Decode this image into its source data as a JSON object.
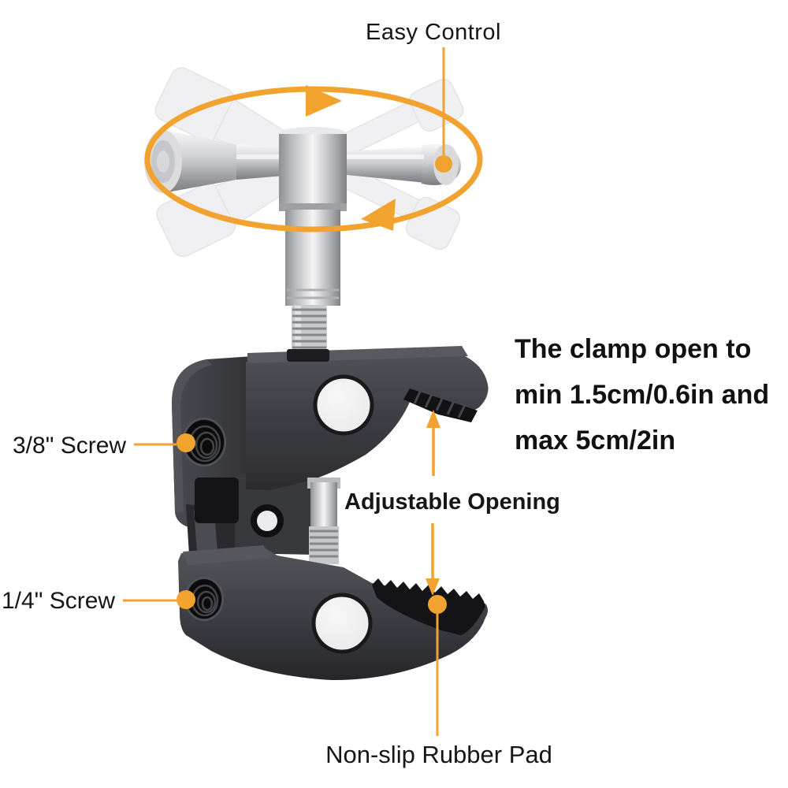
{
  "page": {
    "background": "#ffffff",
    "accent": "#F2A22E",
    "text_color": "#161616"
  },
  "labels": {
    "easy_control": "Easy Control",
    "screw_3_8": "3/8\" Screw",
    "screw_1_4": "1/4\" Screw",
    "adjustable_opening": "Adjustable Opening",
    "rubber_pad": "Non-slip Rubber Pad"
  },
  "info": {
    "lines": [
      "The clamp open to",
      "min 1.5cm/0.6in and",
      "max 5cm/2in"
    ]
  },
  "icons": {
    "rotation_indicator": "rotation-ellipse-with-arrows",
    "pointer_dots": "orange-callout-dot",
    "up_arrow": "arrow-up",
    "down_arrow": "arrow-down"
  }
}
